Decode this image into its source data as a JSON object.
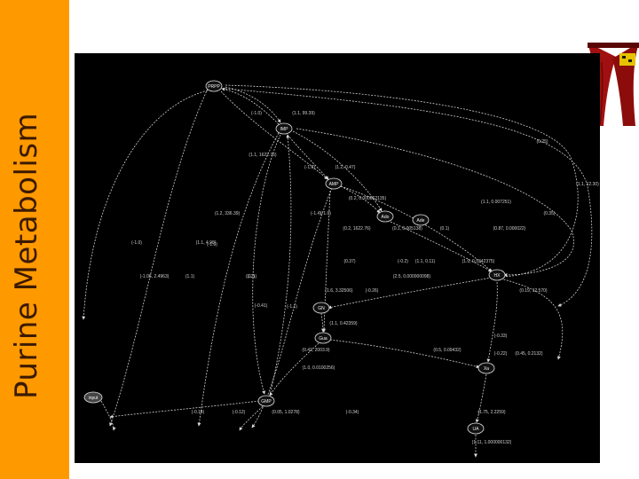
{
  "slide": {
    "title": "Purine Metabolism",
    "colors": {
      "sidebar": "#ff9900",
      "title_text": "#3b1a00",
      "diagram_bg": "#000000",
      "edge": "#d9d9d9"
    }
  },
  "decoration": {
    "icon": "theater-curtain-icon"
  },
  "diagram": {
    "nodes": [
      {
        "id": "n-top",
        "label": "PRPP"
      },
      {
        "id": "n-d",
        "label": "IMP"
      },
      {
        "id": "n-adk",
        "label": "AMP"
      },
      {
        "id": "n-ade",
        "label": "Ado"
      },
      {
        "id": "n-hx",
        "label": "HX"
      },
      {
        "id": "n-ade2",
        "label": "Ade"
      },
      {
        "id": "n-gmp",
        "label": "GMP"
      },
      {
        "id": "n-gua",
        "label": "Gua"
      },
      {
        "id": "n-xa",
        "label": "Xa"
      },
      {
        "id": "n-input",
        "label": "input"
      },
      {
        "id": "n-gn",
        "label": "GN"
      },
      {
        "id": "n-ua",
        "label": "UA"
      }
    ],
    "edge_labels": [
      "(-1.0)",
      "(1.1, 99.39)",
      "(0.25)",
      "(1.1, 12.30)",
      "(1.1, 1622.76)",
      "(-1.0)",
      "(1.2, 0.47)",
      "(0.2, 0.000062135)",
      "(-1.0)",
      "(1.2, 336.39)",
      "(-1.4)",
      "(0.2, 1622.76)",
      "(0.1, 0.005138)",
      "(0.1)",
      "(1.1, 0.007251)",
      "(0.35)",
      "(-1.0)",
      "(1.1, 4.98)",
      "(-1.0)",
      "(0.87, 0.000022)",
      "(0.37)",
      "(-0.2)",
      "(1.1, 0.11)",
      "(1.0, 0.0342375)",
      "(1.1)",
      "(1.1)",
      "(-1.06, 2.4963)",
      "(1.2)",
      "(2.5, 0.000000098)",
      "(0.19, 12.570)",
      "(1.6, 3.32506)",
      "(-0.26)",
      "(-0.41)",
      "(-1.1)",
      "(1.1, 0.42359)",
      "(-0.33)",
      "(0.42, 2003.9)",
      "(0.5, 0.09432)",
      "(-0.22)",
      "(0.45, 0.2132)",
      "(1.0, 0.0100256)",
      "(-0.14)",
      "(-0.12)",
      "(0.05, 1.0278)",
      "(-0.34)",
      "(1.75, 2.2259)",
      "(1.11, 1.000000132)"
    ]
  }
}
